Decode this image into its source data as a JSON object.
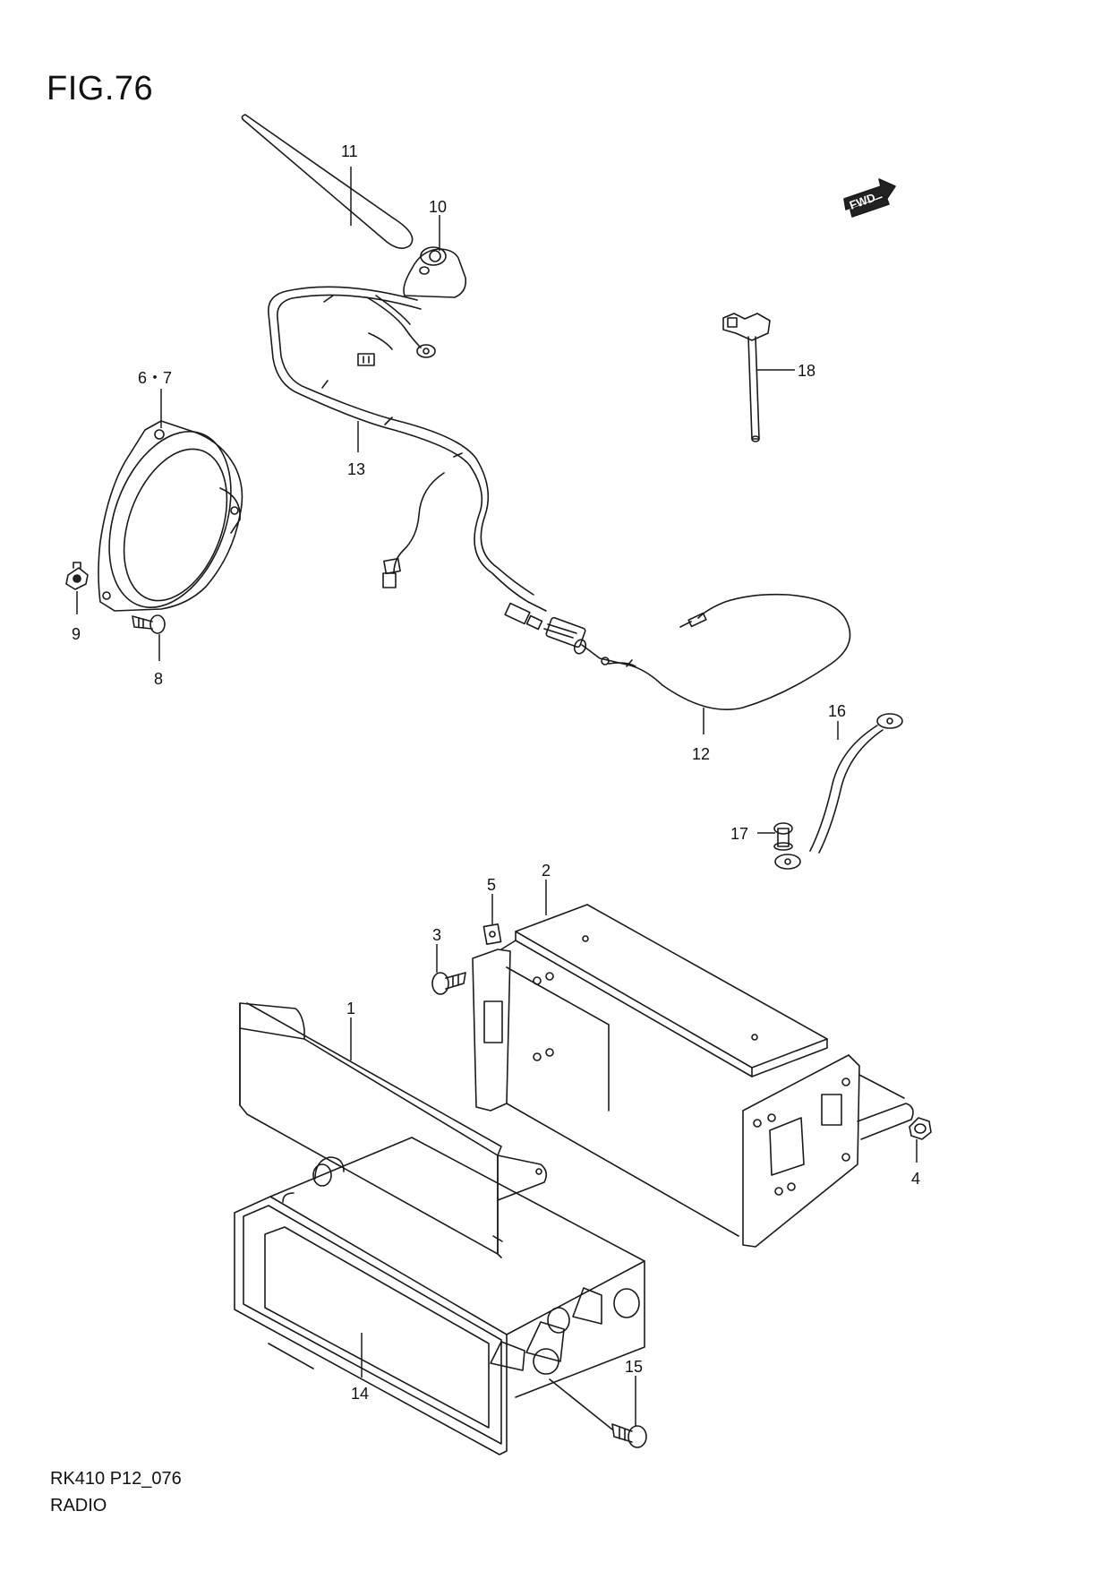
{
  "figure": {
    "title": "FIG.76"
  },
  "footer": {
    "code": "RK410 P12_076",
    "name": "RADIO"
  },
  "fwd_badge": {
    "label": "FWD"
  },
  "callouts": {
    "c1": "1",
    "c2": "2",
    "c3": "3",
    "c4": "4",
    "c5": "5",
    "c67": "6・7",
    "c8": "8",
    "c9": "9",
    "c10": "10",
    "c11": "11",
    "c12": "12",
    "c13": "13",
    "c14": "14",
    "c15": "15",
    "c16": "16",
    "c17": "17",
    "c18": "18"
  }
}
